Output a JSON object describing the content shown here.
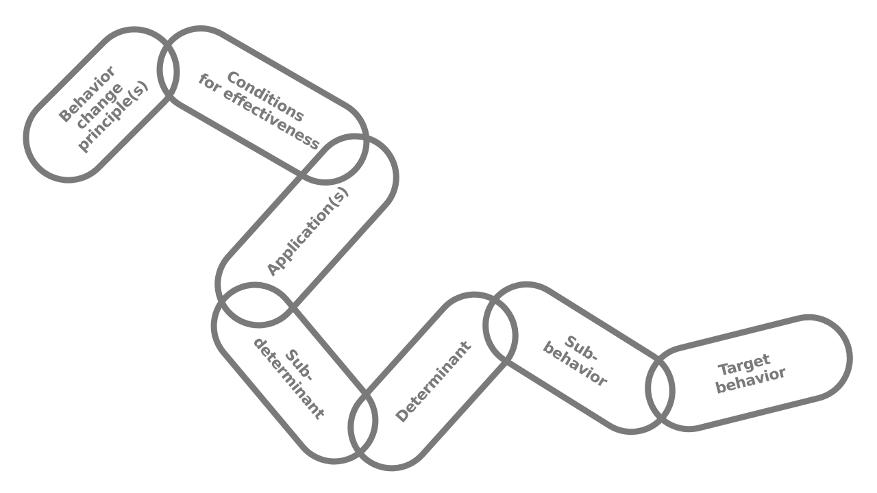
{
  "diagram": {
    "stroke_color": "#7a7a7a",
    "background_color": "#ffffff",
    "links": [
      {
        "id": "behavior-change-principles",
        "lines": [
          "Behavior",
          "change",
          "principle(s)"
        ]
      },
      {
        "id": "conditions-for-effectiveness",
        "lines": [
          "Conditions",
          "for effectiveness"
        ]
      },
      {
        "id": "applications",
        "lines": [
          "Application(s)"
        ]
      },
      {
        "id": "sub-determinant",
        "lines": [
          "Sub-",
          "determinant"
        ]
      },
      {
        "id": "determinant",
        "lines": [
          "Determinant"
        ]
      },
      {
        "id": "sub-behavior",
        "lines": [
          "Sub-",
          "behavior"
        ]
      },
      {
        "id": "target-behavior",
        "lines": [
          "Target",
          "behavior"
        ]
      }
    ]
  }
}
